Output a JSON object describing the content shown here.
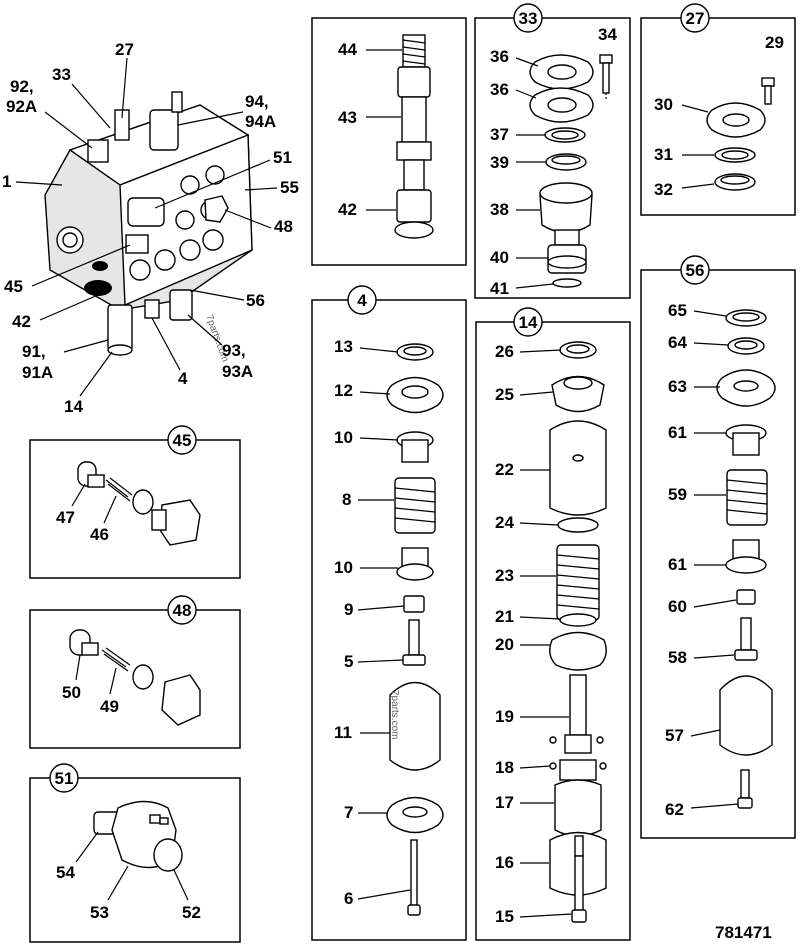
{
  "drawing_number": "781471",
  "watermark": "7parts.com",
  "assemblies": [
    {
      "id": "box-33",
      "title": "33",
      "labels": [
        "34",
        "36",
        "36",
        "37",
        "39",
        "38",
        "40",
        "41"
      ]
    },
    {
      "id": "box-27",
      "title": "27",
      "labels": [
        "29",
        "30",
        "31",
        "32"
      ]
    },
    {
      "id": "box-4",
      "title": "4",
      "labels": [
        "13",
        "12",
        "10",
        "8",
        "10",
        "9",
        "5",
        "11",
        "7",
        "6"
      ]
    },
    {
      "id": "box-14",
      "title": "14",
      "labels": [
        "26",
        "25",
        "22",
        "24",
        "23",
        "21",
        "20",
        "19",
        "18",
        "17",
        "16",
        "15"
      ]
    },
    {
      "id": "box-56",
      "title": "56",
      "labels": [
        "65",
        "64",
        "63",
        "61",
        "59",
        "61",
        "60",
        "58",
        "57",
        "62"
      ]
    },
    {
      "id": "box-45",
      "title": "45",
      "labels": [
        "47",
        "46"
      ]
    },
    {
      "id": "box-48",
      "title": "48",
      "labels": [
        "50",
        "49"
      ]
    },
    {
      "id": "box-51",
      "title": "51",
      "labels": [
        "54",
        "53",
        "52"
      ]
    }
  ],
  "spool_labels": [
    "44",
    "43",
    "42"
  ],
  "main_labels": [
    "27",
    "92,",
    "92A",
    "33",
    "94,",
    "94A",
    "1",
    "51",
    "55",
    "48",
    "45",
    "56",
    "42",
    "91,",
    "91A",
    "4",
    "93,",
    "93A",
    "14"
  ]
}
